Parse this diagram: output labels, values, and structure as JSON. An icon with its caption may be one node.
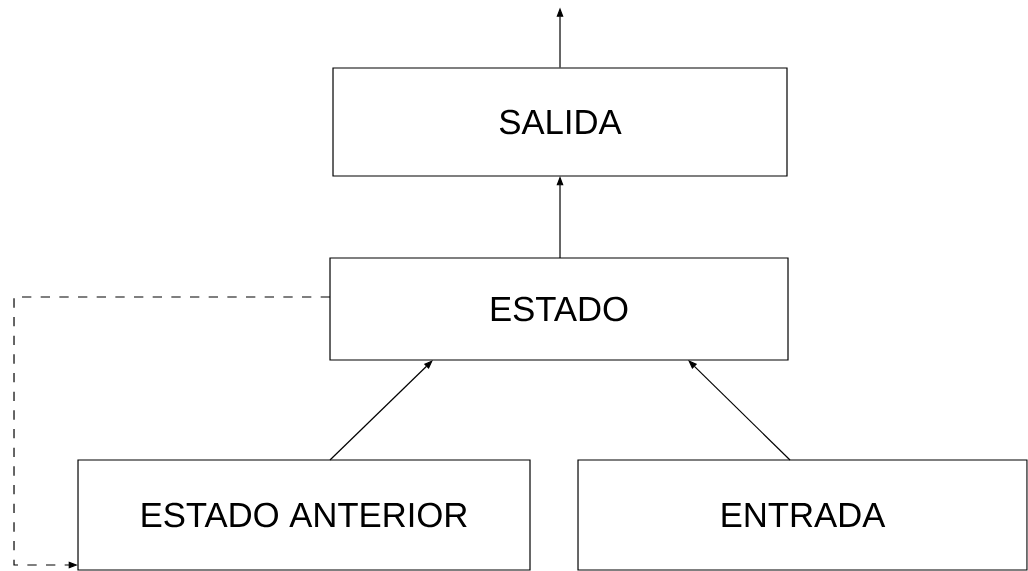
{
  "diagram": {
    "nodes": [
      {
        "text": [
          "SALIDA"
        ]
      },
      {
        "text": [
          "ESTADO"
        ]
      },
      {
        "text": [
          "ESTADO ANTERIOR"
        ]
      },
      {
        "text": [
          "ENTRADA"
        ]
      }
    ],
    "edges": [
      {
        "from": 0,
        "to": null,
        "arrow": "to"
      },
      {
        "from": 1,
        "to": 0,
        "arrow": "to"
      },
      {
        "from": 2,
        "to": 1,
        "arrow": "to"
      },
      {
        "from": 3,
        "to": 1,
        "arrow": "to"
      },
      {
        "from": 1,
        "to": 2,
        "arrow": "to",
        "style": "dashed"
      }
    ]
  }
}
